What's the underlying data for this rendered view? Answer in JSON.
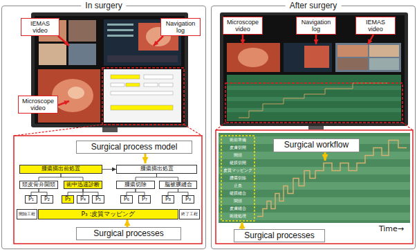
{
  "diagram": {
    "nodes": [
      {
        "text": [
          "In surgery"
        ]
      },
      {
        "text": [
          "IEMAS video"
        ],
        "in": 0
      },
      {
        "text": [
          "Navigation log"
        ],
        "in": 0
      },
      {
        "text": [
          "Microscope video"
        ],
        "in": 0
      },
      {
        "text": [
          "Surgical process model"
        ],
        "in": 0
      },
      {
        "text": [
          "腫瘍摘出前処置"
        ],
        "in": 0
      },
      {
        "text": [
          "腫瘍摘出処置"
        ],
        "in": 0
      },
      {
        "text": [
          "頭皮骨弁開頭"
        ],
        "in": 0
      },
      {
        "text": [
          "術中迅速診断"
        ],
        "in": 0
      },
      {
        "text": [
          "腫瘍切除"
        ],
        "in": 0
      },
      {
        "text": [
          "脳被膜縫合"
        ],
        "in": 0
      },
      {
        "text": [
          "P₁"
        ],
        "in": 0
      },
      {
        "text": [
          "P₂"
        ],
        "in": 0
      },
      {
        "text": [
          "P₃"
        ],
        "in": 0
      },
      {
        "text": [
          "P₄"
        ],
        "in": 0
      },
      {
        "text": [
          "P₅"
        ],
        "in": 0
      },
      {
        "text": [
          "P₆"
        ],
        "in": 0
      },
      {
        "text": [
          "P₇"
        ],
        "in": 0
      },
      {
        "text": [
          "P₈"
        ],
        "in": 0
      },
      {
        "text": [
          "P₉"
        ],
        "in": 0
      },
      {
        "text": [
          "開始工程"
        ],
        "in": 0
      },
      {
        "text": [
          "P₃ :皮質マッピング"
        ],
        "in": 0
      },
      {
        "text": [
          "終了工程"
        ],
        "in": 0
      },
      {
        "text": [
          "Surgical processes"
        ],
        "in": 0
      },
      {
        "text": [
          "After surgery"
        ]
      },
      {
        "text": [
          "Microscope video"
        ],
        "in": 24
      },
      {
        "text": [
          "Navigation log"
        ],
        "in": 24
      },
      {
        "text": [
          "IEMAS video"
        ],
        "in": 24
      },
      {
        "text": [
          "Surgical workflow"
        ],
        "in": 24
      },
      {
        "text": [
          "Surgical processes"
        ],
        "in": 24
      }
    ],
    "edges": [
      {
        "from": 5,
        "to": 6,
        "arrow": "to"
      },
      {
        "from": 5,
        "to": 7,
        "arrow": "none"
      },
      {
        "from": 5,
        "to": 8,
        "arrow": "none"
      },
      {
        "from": 6,
        "to": 9,
        "arrow": "none"
      },
      {
        "from": 6,
        "to": 10,
        "arrow": "none"
      },
      {
        "from": 7,
        "to": 11,
        "arrow": "none"
      },
      {
        "from": 7,
        "to": 12,
        "arrow": "none"
      },
      {
        "from": 8,
        "to": 13,
        "arrow": "none"
      },
      {
        "from": 8,
        "to": 14,
        "arrow": "none"
      },
      {
        "from": 8,
        "to": 15,
        "arrow": "none"
      },
      {
        "from": 9,
        "to": 16,
        "arrow": "none"
      },
      {
        "from": 9,
        "to": 17,
        "arrow": "none"
      },
      {
        "from": 10,
        "to": 18,
        "arrow": "none"
      },
      {
        "from": 10,
        "to": 19,
        "arrow": "none"
      },
      {
        "from": 23,
        "to": 21,
        "arrow": "to"
      }
    ],
    "labels": [
      "術前準備",
      "皮膚切開",
      "開頭",
      "硬膜切開",
      "皮質マッピング",
      "腫瘍切除",
      "止血",
      "硬膜縫合",
      "閉頭",
      "皮膚縫合",
      "術後処理",
      "Time→"
    ]
  }
}
